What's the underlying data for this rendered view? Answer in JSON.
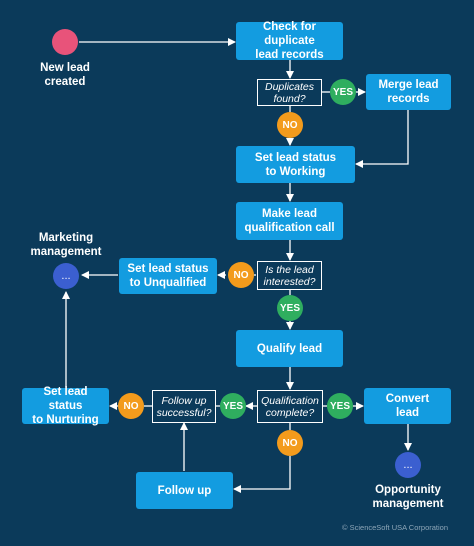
{
  "start": {
    "label": "New lead\ncreated"
  },
  "steps": {
    "check_duplicates": "Check for duplicate\nlead records",
    "merge": "Merge lead\nrecords",
    "set_working": "Set lead status\nto Working",
    "qualification_call": "Make lead\nqualification call",
    "set_unqualified": "Set lead status\nto Unqualified",
    "qualify": "Qualify lead",
    "convert": "Convert\nlead",
    "set_nurturing": "Set lead status\nto Nurturing",
    "follow_up": "Follow up"
  },
  "decisions": {
    "duplicates_found": "Duplicates\nfound?",
    "is_interested": "Is the lead\ninterested?",
    "qualification_complete": "Qualification\ncomplete?",
    "follow_up_successful": "Follow up\nsuccessful?"
  },
  "answers": {
    "yes": "YES",
    "no": "NO"
  },
  "endpoints": {
    "marketing": {
      "label": "Marketing\nmanagement",
      "symbol": "..."
    },
    "opportunity": {
      "label": "Opportunity\nmanagement",
      "symbol": "..."
    }
  },
  "credit": "© ScienceSoft USA Corporation",
  "colors": {
    "background": "#0b3a5a",
    "process": "#139ce0",
    "yes": "#2fae5f",
    "no": "#f39b1c",
    "start": "#e8537a",
    "endpoint": "#3b5fd0"
  }
}
